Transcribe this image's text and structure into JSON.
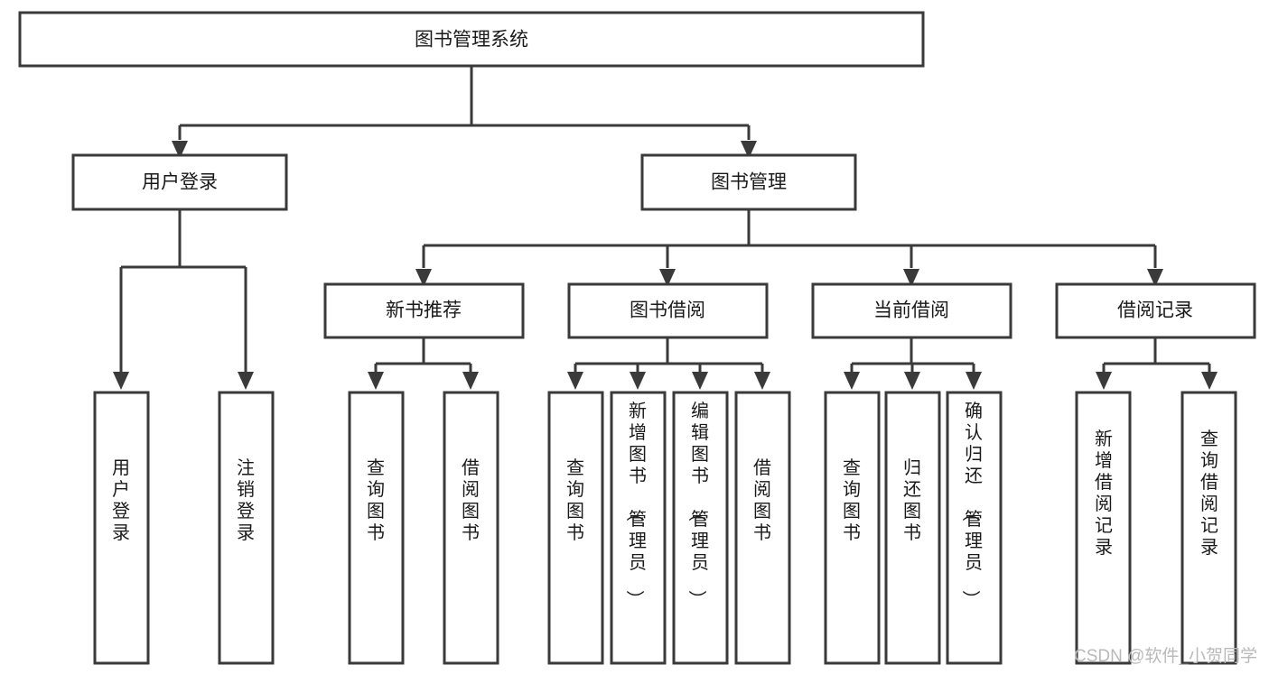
{
  "diagram": {
    "type": "tree-hierarchy",
    "title": "图书管理系统",
    "orientation": "top-down",
    "colors": {
      "box_stroke": "#3a3a3a",
      "box_fill": "#ffffff",
      "connector": "#3a3a3a",
      "text": "#1a1a1a",
      "watermark": "#b9b9b9",
      "background": "#ffffff"
    },
    "root": {
      "id": "root",
      "label": "图书管理系统",
      "orient": "horizontal"
    },
    "level2": [
      {
        "id": "user-login",
        "label": "用户登录",
        "orient": "horizontal"
      },
      {
        "id": "book-manage",
        "label": "图书管理",
        "orient": "horizontal"
      }
    ],
    "level3": [
      {
        "id": "new-book-recommend",
        "label": "新书推荐",
        "orient": "horizontal",
        "parent": "book-manage"
      },
      {
        "id": "book-borrow",
        "label": "图书借阅",
        "orient": "horizontal",
        "parent": "book-manage"
      },
      {
        "id": "current-borrow",
        "label": "当前借阅",
        "orient": "horizontal",
        "parent": "book-manage"
      },
      {
        "id": "borrow-record",
        "label": "借阅记录",
        "orient": "horizontal",
        "parent": "book-manage"
      }
    ],
    "leaves": [
      {
        "id": "leaf-user-login",
        "label": "用户登录",
        "parent": "user-login"
      },
      {
        "id": "leaf-logout-login",
        "label": "注销登录",
        "parent": "user-login"
      },
      {
        "id": "leaf-query-book-1",
        "label": "查询图书",
        "parent": "new-book-recommend"
      },
      {
        "id": "leaf-borrow-book-1",
        "label": "借阅图书",
        "parent": "new-book-recommend"
      },
      {
        "id": "leaf-query-book-2",
        "label": "查询图书",
        "parent": "book-borrow"
      },
      {
        "id": "leaf-add-book",
        "label": "新增图书（管理员）",
        "parent": "book-borrow"
      },
      {
        "id": "leaf-edit-book",
        "label": "编辑图书（管理员）",
        "parent": "book-borrow"
      },
      {
        "id": "leaf-borrow-book-2",
        "label": "借阅图书",
        "parent": "book-borrow"
      },
      {
        "id": "leaf-query-book-3",
        "label": "查询图书",
        "parent": "current-borrow"
      },
      {
        "id": "leaf-return-book",
        "label": "归还图书",
        "parent": "current-borrow"
      },
      {
        "id": "leaf-confirm-return",
        "label": "确认归还（管理员）",
        "parent": "current-borrow"
      },
      {
        "id": "leaf-add-record",
        "label": "新增借阅记录",
        "parent": "borrow-record"
      },
      {
        "id": "leaf-query-record",
        "label": "查询借阅记录",
        "parent": "borrow-record"
      }
    ]
  },
  "watermark": {
    "text": "CSDN @软件_小贺同学"
  }
}
